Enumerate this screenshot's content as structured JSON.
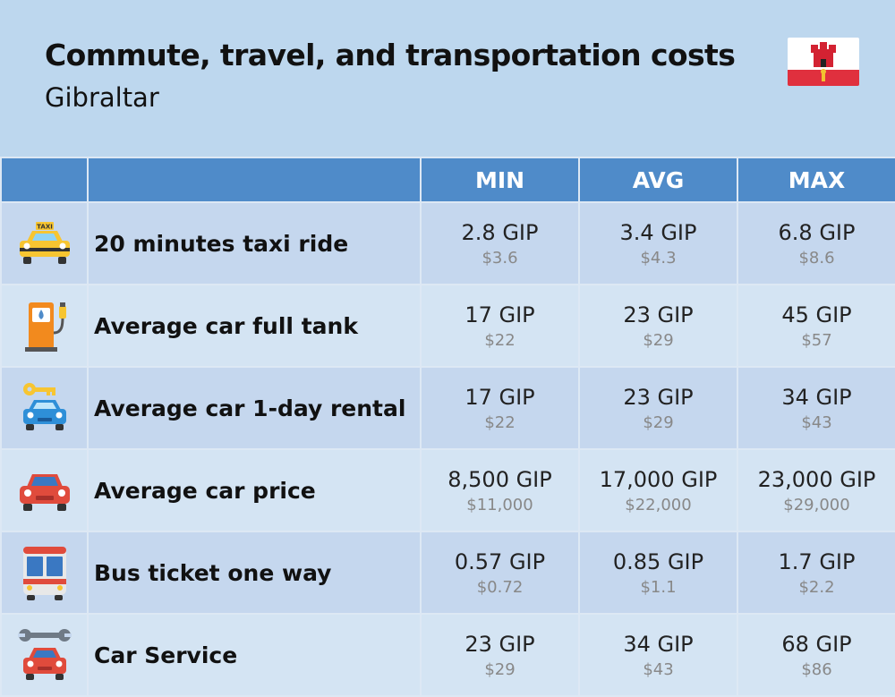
{
  "title": "Commute, travel, and transportation costs",
  "subtitle": "Gibraltar",
  "colors": {
    "background": "#bdd7ee",
    "header_row": "#4f8bc9",
    "row_odd": "#c5d7ee",
    "row_even": "#d4e4f3"
  },
  "table": {
    "columns": [
      "",
      "",
      "MIN",
      "AVG",
      "MAX"
    ],
    "rows": [
      {
        "icon": "taxi-icon",
        "taxi_sign": "TAXI",
        "label": "20 minutes taxi ride",
        "min": {
          "gip": "2.8 GIP",
          "usd": "$3.6"
        },
        "avg": {
          "gip": "3.4 GIP",
          "usd": "$4.3"
        },
        "max": {
          "gip": "6.8 GIP",
          "usd": "$8.6"
        }
      },
      {
        "icon": "fuel-pump-icon",
        "label": "Average car full tank",
        "min": {
          "gip": "17 GIP",
          "usd": "$22"
        },
        "avg": {
          "gip": "23 GIP",
          "usd": "$29"
        },
        "max": {
          "gip": "45 GIP",
          "usd": "$57"
        }
      },
      {
        "icon": "car-rental-key-icon",
        "label": "Average car 1-day rental",
        "min": {
          "gip": "17 GIP",
          "usd": "$22"
        },
        "avg": {
          "gip": "23 GIP",
          "usd": "$29"
        },
        "max": {
          "gip": "34 GIP",
          "usd": "$43"
        }
      },
      {
        "icon": "red-car-icon",
        "label": "Average car price",
        "min": {
          "gip": "8,500 GIP",
          "usd": "$11,000"
        },
        "avg": {
          "gip": "17,000 GIP",
          "usd": "$22,000"
        },
        "max": {
          "gip": "23,000 GIP",
          "usd": "$29,000"
        }
      },
      {
        "icon": "bus-icon",
        "label": "Bus ticket one way",
        "min": {
          "gip": "0.57 GIP",
          "usd": "$0.72"
        },
        "avg": {
          "gip": "0.85 GIP",
          "usd": "$1.1"
        },
        "max": {
          "gip": "1.7 GIP",
          "usd": "$2.2"
        }
      },
      {
        "icon": "car-service-wrench-icon",
        "label": "Car Service",
        "min": {
          "gip": "23 GIP",
          "usd": "$29"
        },
        "avg": {
          "gip": "34 GIP",
          "usd": "$43"
        },
        "max": {
          "gip": "68 GIP",
          "usd": "$86"
        }
      }
    ]
  },
  "flag_icon": "gibraltar-flag-icon"
}
